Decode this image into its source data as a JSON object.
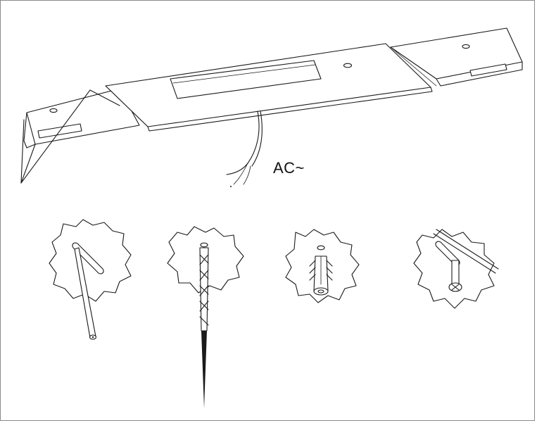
{
  "diagram": {
    "power_label": "AC~",
    "steps": [
      {
        "name": "mark-hole"
      },
      {
        "name": "drill-hole"
      },
      {
        "name": "insert-wall-plug"
      },
      {
        "name": "fix-screw"
      }
    ]
  }
}
